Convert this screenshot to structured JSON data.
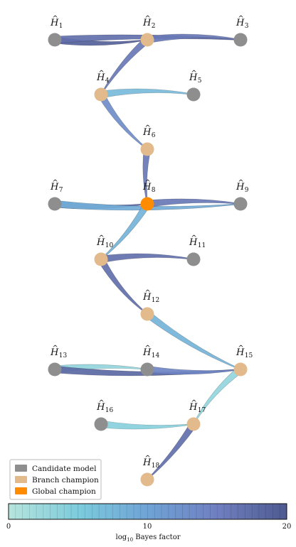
{
  "colors": {
    "candidate": "#8e8e8e",
    "branch": "#e3ba8b",
    "global": "#ff8c00",
    "scale": [
      "#b6e4dc",
      "#7ccbdc",
      "#6fa3d6",
      "#6f7fc0",
      "#4e5a90"
    ]
  },
  "nodes": [
    {
      "id": "H1",
      "sub": "1",
      "role": "candidate"
    },
    {
      "id": "H2",
      "sub": "2",
      "role": "branch"
    },
    {
      "id": "H3",
      "sub": "3",
      "role": "candidate"
    },
    {
      "id": "H4",
      "sub": "4",
      "role": "branch"
    },
    {
      "id": "H5",
      "sub": "5",
      "role": "candidate"
    },
    {
      "id": "H6",
      "sub": "6",
      "role": "branch"
    },
    {
      "id": "H7",
      "sub": "7",
      "role": "candidate"
    },
    {
      "id": "H8",
      "sub": "8",
      "role": "global"
    },
    {
      "id": "H9",
      "sub": "9",
      "role": "candidate"
    },
    {
      "id": "H10",
      "sub": "10",
      "role": "branch"
    },
    {
      "id": "H11",
      "sub": "11",
      "role": "candidate"
    },
    {
      "id": "H12",
      "sub": "12",
      "role": "branch"
    },
    {
      "id": "H13",
      "sub": "13",
      "role": "candidate"
    },
    {
      "id": "H14",
      "sub": "14",
      "role": "candidate"
    },
    {
      "id": "H15",
      "sub": "15",
      "role": "branch"
    },
    {
      "id": "H16",
      "sub": "16",
      "role": "candidate"
    },
    {
      "id": "H17",
      "sub": "17",
      "role": "branch"
    },
    {
      "id": "H18",
      "sub": "18",
      "role": "branch"
    }
  ],
  "edges": [
    {
      "from": "H1",
      "to": "H2",
      "bf": 19
    },
    {
      "from": "H1",
      "to": "H3",
      "bf": 17
    },
    {
      "from": "H2",
      "to": "H3",
      "bf": 16
    },
    {
      "from": "H2",
      "to": "H4",
      "bf": 16
    },
    {
      "from": "H4",
      "to": "H5",
      "bf": 7
    },
    {
      "from": "H4",
      "to": "H6",
      "bf": 13
    },
    {
      "from": "H6",
      "to": "H8",
      "bf": 16
    },
    {
      "from": "H7",
      "to": "H8",
      "bf": 17
    },
    {
      "from": "H7",
      "to": "H9",
      "bf": 9
    },
    {
      "from": "H8",
      "to": "H9",
      "bf": 16
    },
    {
      "from": "H8",
      "to": "H10",
      "bf": 8
    },
    {
      "from": "H10",
      "to": "H11",
      "bf": 17
    },
    {
      "from": "H10",
      "to": "H12",
      "bf": 17
    },
    {
      "from": "H12",
      "to": "H15",
      "bf": 8
    },
    {
      "from": "H13",
      "to": "H14",
      "bf": 3
    },
    {
      "from": "H13",
      "to": "H15",
      "bf": 18
    },
    {
      "from": "H14",
      "to": "H15",
      "bf": 14
    },
    {
      "from": "H15",
      "to": "H17",
      "bf": 3
    },
    {
      "from": "H16",
      "to": "H17",
      "bf": 4
    },
    {
      "from": "H17",
      "to": "H18",
      "bf": 17
    }
  ],
  "legend": {
    "candidate": "Candidate model",
    "branch": "Branch champion",
    "global": "Global champion"
  },
  "colorbar": {
    "min_label": "0",
    "mid_label": "10",
    "max_label": "20",
    "label_prefix": "log",
    "label_sub": "10",
    "label_suffix": "  Bayes factor",
    "min": 0,
    "max": 20
  }
}
